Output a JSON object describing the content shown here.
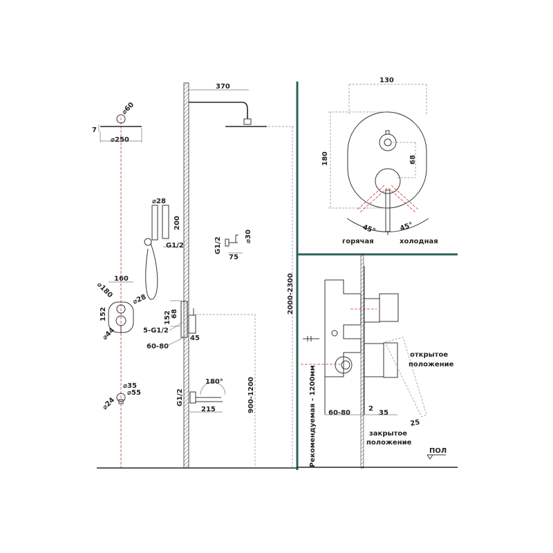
{
  "colors": {
    "separator": "#2f5f5a",
    "axis": "#c0392b",
    "line": "#333333"
  },
  "left": {
    "head_dia": "⌀60",
    "head_thick": "7",
    "head_width": "⌀250",
    "arm_length": "370",
    "hand_dia": "⌀28",
    "hand_len": "200",
    "hand_thread": "G1/2",
    "holder_thread": "G1/2",
    "holder_dia": "⌀30",
    "holder_len": "75",
    "plate_width": "160",
    "plate_dia": "⌀180",
    "plate_height": "152",
    "knob_dia": "⌀28",
    "lever_dia": "⌀44",
    "mixer_h": "152",
    "mixer_68": "68",
    "outlets": "5-G1/2",
    "depth": "60-80",
    "proj": "45",
    "spout_d1": "⌀35",
    "spout_d2": "⌀55",
    "spout_d3": "⌀24",
    "spout_thread": "G1/2",
    "spout_angle": "180°",
    "spout_len": "215",
    "spout_height": "900-1200",
    "head_height": "2000-2300"
  },
  "top_right": {
    "width": "130",
    "height": "180",
    "axis_gap": "68",
    "angle_left": "45°",
    "angle_right": "45°",
    "hot": "горячая",
    "cold": "холодная"
  },
  "bottom_right": {
    "recommended": "Рекомендуемая - 1200мм",
    "open_1": "открытое",
    "open_2": "положение",
    "closed_1": "закрытое",
    "closed_2": "положение",
    "depth": "60-80",
    "gap": "2",
    "proj": "35",
    "handle": "25",
    "floor": "ПОЛ"
  }
}
